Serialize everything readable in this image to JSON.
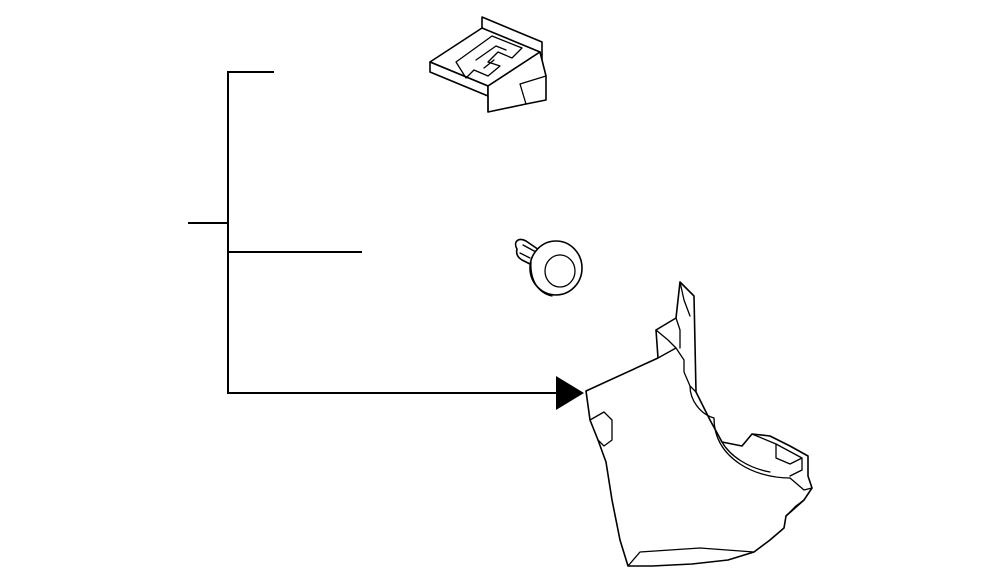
{
  "diagram": {
    "type": "exploded-parts-diagram",
    "parts": [
      {
        "id": "clip",
        "icon": "retainer-clip-icon"
      },
      {
        "id": "push-pin",
        "icon": "push-pin-fastener-icon"
      },
      {
        "id": "trim-panel",
        "icon": "trim-panel-icon"
      }
    ],
    "leaders": [
      {
        "target": "clip",
        "style": "line"
      },
      {
        "target": "push-pin",
        "style": "line"
      },
      {
        "target": "trim-panel",
        "style": "arrow"
      }
    ],
    "colors": {
      "line": "#000000",
      "background": "#ffffff"
    }
  }
}
